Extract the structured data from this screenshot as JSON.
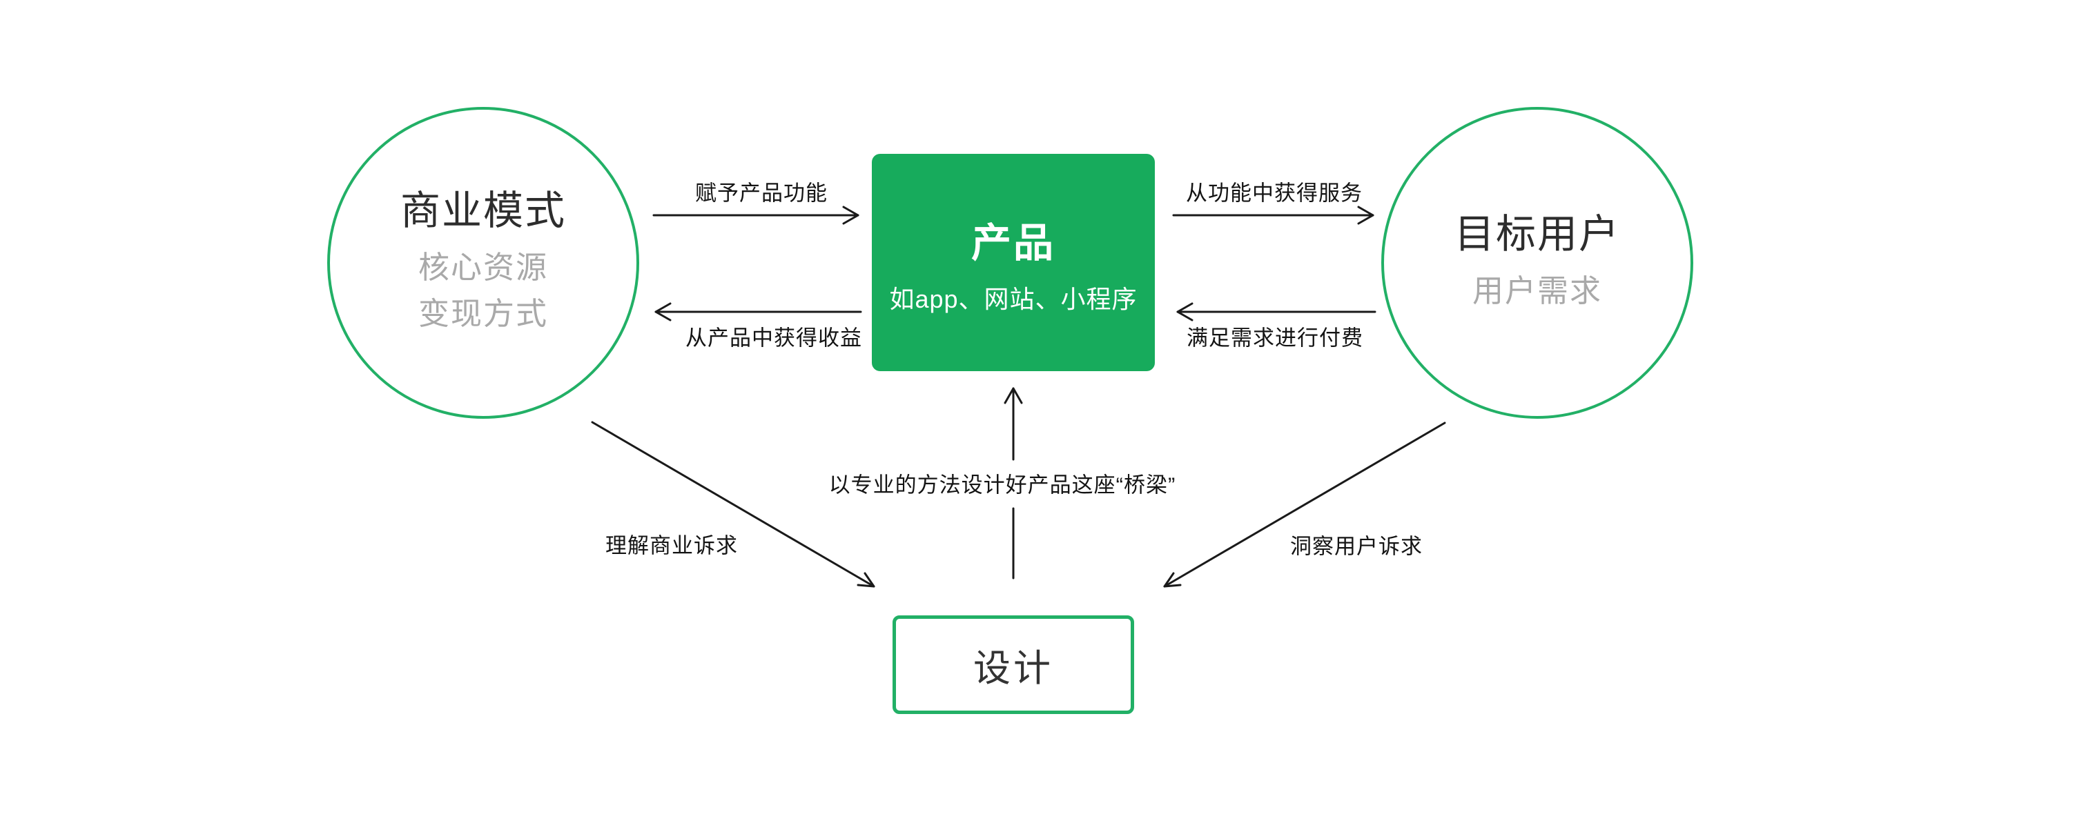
{
  "colors": {
    "brand_green_fill": "#17ab5c",
    "brand_green_stroke": "#22b066",
    "title_text": "#2d2d2d",
    "muted_text": "#a9a9a9",
    "line": "#1a1a1a",
    "product_text": "#ffffff"
  },
  "nodes": {
    "business": {
      "title": "商业模式",
      "subtitles": [
        "核心资源",
        "变现方式"
      ]
    },
    "product": {
      "title": "产品",
      "subtitle": "如app、网站、小程序"
    },
    "users": {
      "title": "目标用户",
      "subtitle": "用户需求"
    },
    "design": {
      "title": "设计"
    }
  },
  "arrows": {
    "business_to_product": "赋予产品功能",
    "product_to_business": "从产品中获得收益",
    "product_to_users": "从功能中获得服务",
    "users_to_product": "满足需求进行付费",
    "design_to_product": "以专业的方法设计好产品这座“桥梁”",
    "business_to_design": "理解商业诉求",
    "users_to_design": "洞察用户诉求"
  }
}
